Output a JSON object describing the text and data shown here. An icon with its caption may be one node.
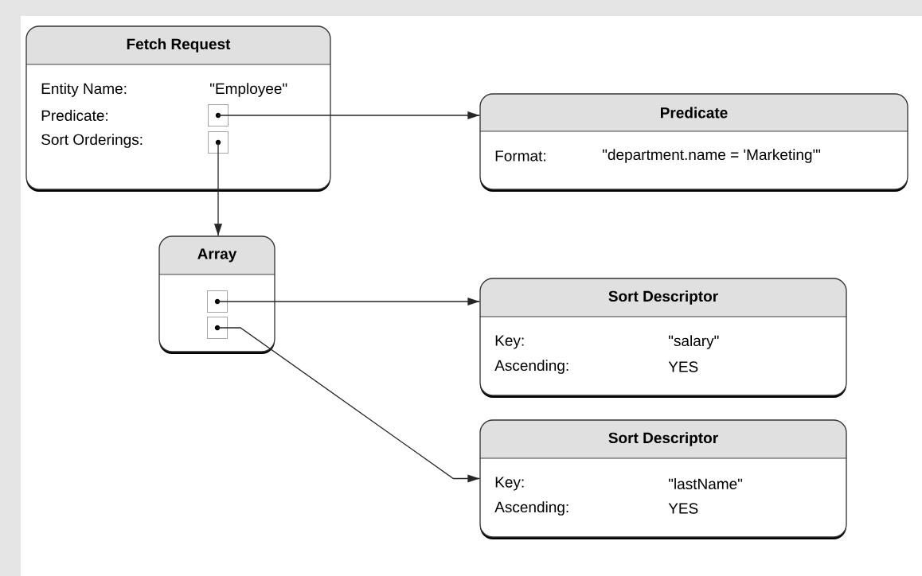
{
  "diagram": {
    "nodes": [
      {
        "text": [
          "Fetch Request",
          "Entity Name:",
          "\"Employee\"",
          "Predicate:",
          "Sort Orderings:"
        ]
      },
      {
        "text": [],
        "shape": "box",
        "in": 0
      },
      {
        "text": [],
        "shape": "box",
        "in": 0
      },
      {
        "text": [
          "Predicate",
          "Format:",
          "\"department.name = 'Marketing'\""
        ]
      },
      {
        "text": [
          "Array"
        ]
      },
      {
        "text": [],
        "shape": "box",
        "in": 4
      },
      {
        "text": [],
        "shape": "box",
        "in": 4
      },
      {
        "text": [
          "Sort Descriptor",
          "Key:",
          "\"salary\"",
          "Ascending:",
          "YES"
        ]
      },
      {
        "text": [
          "Sort Descriptor",
          "Key:",
          "\"lastName\"",
          "Ascending:",
          "YES"
        ]
      }
    ],
    "edges": [
      {
        "from": 1,
        "to": 3,
        "arrow": "to"
      },
      {
        "from": 2,
        "to": 4,
        "arrow": "to"
      },
      {
        "from": 5,
        "to": 7,
        "arrow": "to"
      },
      {
        "from": 6,
        "to": 8,
        "arrow": "to"
      }
    ]
  }
}
